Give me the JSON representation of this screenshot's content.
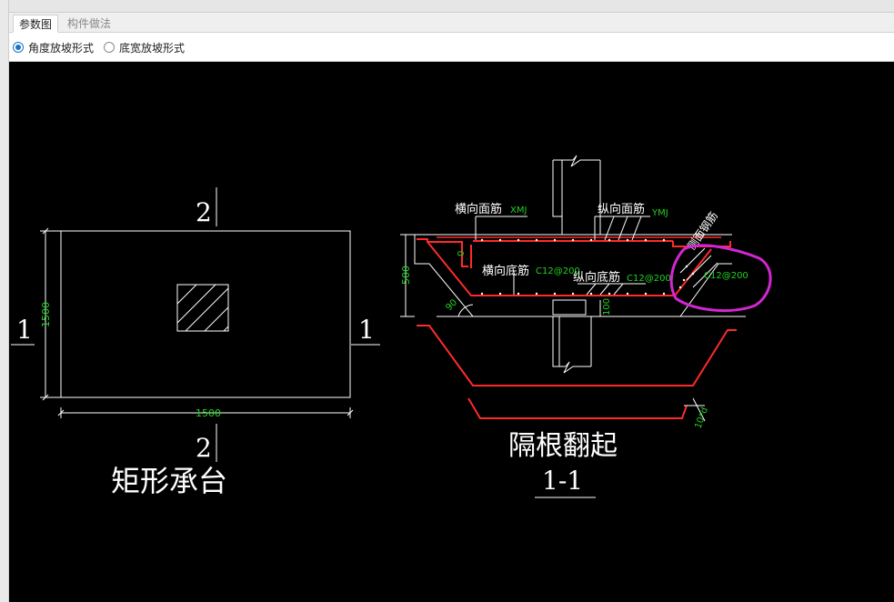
{
  "tabs": [
    {
      "label": "参数图",
      "active": true
    },
    {
      "label": "构件做法",
      "active": false
    }
  ],
  "options": [
    {
      "label": "角度放坡形式",
      "selected": true
    },
    {
      "label": "底宽放坡形式",
      "selected": false
    }
  ],
  "plan": {
    "section_top": "2",
    "section_bottom": "2",
    "section_left": "1",
    "section_right": "1",
    "dim_height": "1500",
    "dim_width": "1500",
    "title": "矩形承台"
  },
  "section": {
    "label_xmj_text": "横向面筋",
    "label_xmj_code": "XMJ",
    "label_ymj_text": "纵向面筋",
    "label_ymj_code": "YMJ",
    "label_xdj_text": "横向底筋",
    "label_xdj_code": "C12@200",
    "label_ydj_text": "纵向底筋",
    "label_ydj_code": "C12@200",
    "label_side_text": "侧面钢筋",
    "label_side_code": "C12@200",
    "dim_500": "500",
    "dim_0": "0",
    "dim_90": "90",
    "dim_100": "100",
    "dim_10d": "10*d",
    "caption": "隔根翻起",
    "section_name": "1-1"
  },
  "colors": {
    "rebar": "#ff2a2a",
    "dimension": "#21d321",
    "annotation": "#d326d3"
  }
}
